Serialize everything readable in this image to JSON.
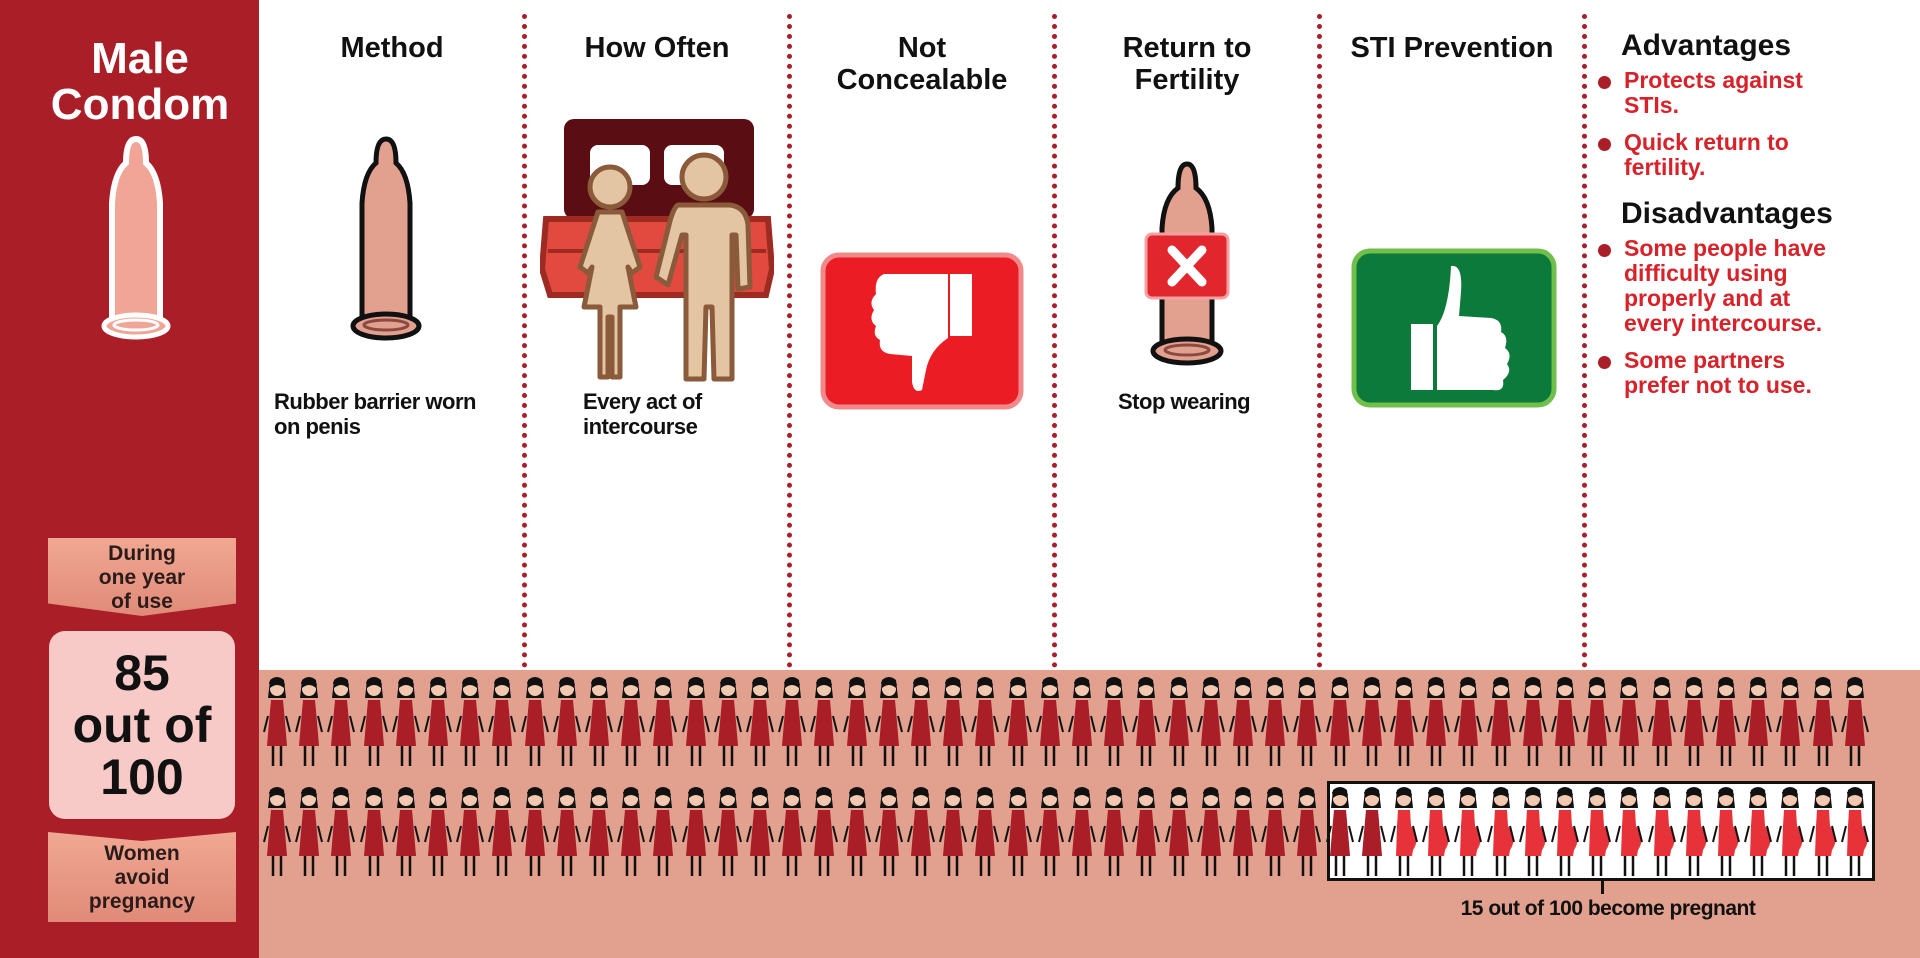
{
  "method_name": {
    "line1": "Male",
    "line2": "Condom"
  },
  "effectiveness": {
    "top_label": [
      "During",
      "one year",
      "of use"
    ],
    "number": "85",
    "mid": "out of",
    "total": "100",
    "bottom_label": [
      "Women",
      "avoid",
      "pregnancy"
    ]
  },
  "columns": {
    "method": {
      "heading": "Method",
      "caption": [
        "Rubber barrier worn",
        "on penis"
      ],
      "icon": "condom-icon"
    },
    "how_often": {
      "heading": "How Often",
      "caption": [
        "Every act of",
        "intercourse"
      ],
      "icon": "couple-bed-icon"
    },
    "concealable": {
      "heading_lines": [
        "Not",
        "Concealable"
      ],
      "icon": "thumbs-down-icon"
    },
    "fertility": {
      "heading_lines": [
        "Return to",
        "Fertility"
      ],
      "caption": "Stop wearing",
      "icon": "condom-x-icon"
    },
    "sti": {
      "heading": "STI Prevention",
      "icon": "thumbs-up-icon"
    }
  },
  "advantages": {
    "heading": "Advantages",
    "items": [
      [
        "Protects against",
        "STIs."
      ],
      [
        "Quick return to",
        "fertility."
      ]
    ]
  },
  "disadvantages": {
    "heading": "Disadvantages",
    "items": [
      [
        "Some people have",
        "difficulty using",
        "properly and at",
        "every intercourse."
      ],
      [
        "Some partners",
        "prefer not to use."
      ]
    ]
  },
  "pregnancy_summary": {
    "label": "15 out of 100 become pregnant",
    "total_women": 100,
    "pregnant_women": 15
  },
  "colors": {
    "brand_red": "#a91e27",
    "band_pink": "#e2a08f",
    "thumbs_down_red": "#ec1c24",
    "thumbs_up_green": "#0b7a3a",
    "text_red": "#d7222a"
  }
}
